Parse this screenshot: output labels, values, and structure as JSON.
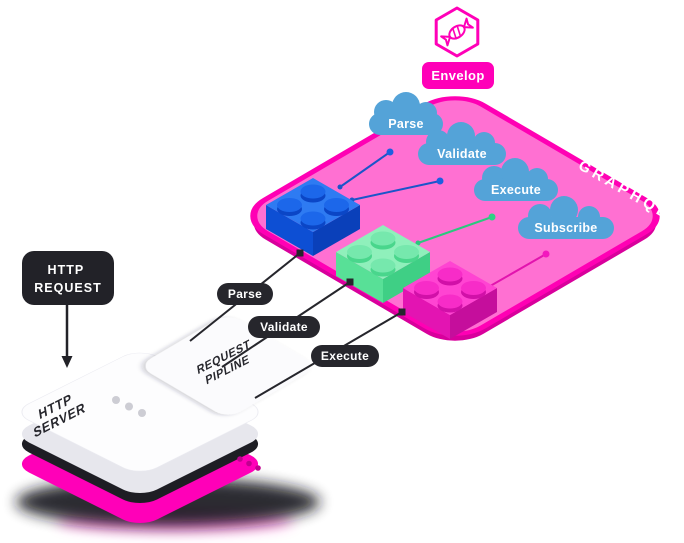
{
  "colors": {
    "magenta": "#FF00B8",
    "magenta_border": "#FF00B4",
    "board_pink": "#FF70D2",
    "cloud_blue": "#54A3D8",
    "brick_blue": "#2E7BF2",
    "brick_green": "#8FF0BB",
    "brick_magenta": "#FF44D2",
    "dark": "#222228",
    "surface_white": "#FDFDFE"
  },
  "envelop": {
    "badge_label": "Envelop",
    "board_label": "GRAPHQL"
  },
  "icons": {
    "logo": "candy-hexagon-icon"
  },
  "hooks": [
    {
      "label": "Parse"
    },
    {
      "label": "Validate"
    },
    {
      "label": "Execute"
    },
    {
      "label": "Subscribe"
    }
  ],
  "http_request_badge": {
    "line1": "HTTP",
    "line2": "REQUEST"
  },
  "http_server": {
    "line1": "HTTP",
    "line2": "SERVER"
  },
  "request_pipeline": {
    "line1": "REQUEST",
    "line2": "PIPLINE"
  },
  "pipeline_steps": [
    {
      "label": "Parse"
    },
    {
      "label": "Validate"
    },
    {
      "label": "Execute"
    }
  ]
}
